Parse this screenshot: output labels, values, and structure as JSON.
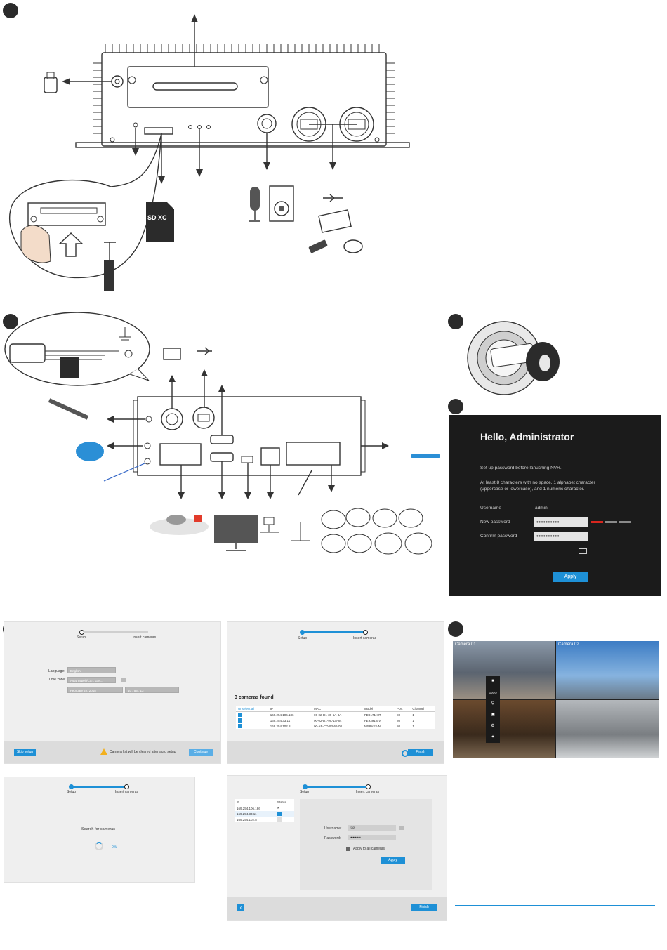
{
  "hero": {
    "sdxc_logo": "SD XC"
  },
  "password_dialog": {
    "title": "Hello, Administrator",
    "intro": "Set up password before lanuching NVR.",
    "rule_line1": "At least 8 characters with no space, 1 alphabet character",
    "rule_line2": "(uppercase or lowercase), and 1 numeric character.",
    "username_label": "Username",
    "username_value": "admin",
    "new_password_label": "New password",
    "new_password_value": "••••••••••",
    "confirm_password_label": "Confirm password",
    "confirm_password_value": "••••••••••",
    "apply_label": "Apply",
    "strength_colors": [
      "#d7261e",
      "#8a8a8a",
      "#8a8a8a"
    ]
  },
  "wizard_setup": {
    "step1": "Setup",
    "step2": "Insert cameras",
    "language_label": "Language:",
    "language_value": "English",
    "timezone_label": "Time zone:",
    "timezone_value": "Asia/Taipei (CST, GM...",
    "date_value": "February 22, 2018",
    "time_value": "10 : 55 : 13",
    "skip_label": "Skip setup",
    "warning_text": "Camera list will be cleared after auto setup",
    "continue_label": "Continue"
  },
  "wizard_found": {
    "step1": "Setup",
    "step2": "Insert cameras",
    "found_text": "3 cameras found",
    "select_all": "Unselect all",
    "columns": [
      "IP",
      "MAC",
      "Model",
      "Port",
      "Channel"
    ],
    "rows": [
      [
        "169.254.106.186",
        "00-02-D1-39-6A-8A",
        "FD8171-HT",
        "80",
        "1"
      ],
      [
        "169.254.33.11",
        "00-02-D1-9C-1A-84",
        "FE9391-EV",
        "80",
        "1"
      ],
      [
        "169.254.102.8",
        "00-AB-CD-93-66-08",
        "MS8ASS-N",
        "80",
        "1"
      ]
    ],
    "finish_label": "Finish"
  },
  "wizard_search": {
    "step1": "Setup",
    "step2": "Insert cameras",
    "search_text": "Search for cameras",
    "percent": "0%"
  },
  "wizard_credentials": {
    "step1": "Setup",
    "step2": "Insert cameras",
    "columns": [
      "IP",
      "Status"
    ],
    "rows": [
      [
        "169.254.106.186",
        "✔"
      ],
      [
        "169.254.33.11",
        ""
      ],
      [
        "169.254.102.8",
        ""
      ]
    ],
    "username_label": "Username:",
    "username_value": "root",
    "password_label": "Password:",
    "password_value": "••••••••••",
    "apply_all_label": "Apply to all cameras",
    "apply_label": "Apply",
    "back_icon": "‹",
    "finish_label": "Finish"
  },
  "liveview": {
    "camera1": "Camera 01",
    "camera2": "Camera 02",
    "menu_items": [
      "■",
      "DI/DO",
      "⚲",
      "▣",
      "⚙",
      "✦"
    ]
  }
}
